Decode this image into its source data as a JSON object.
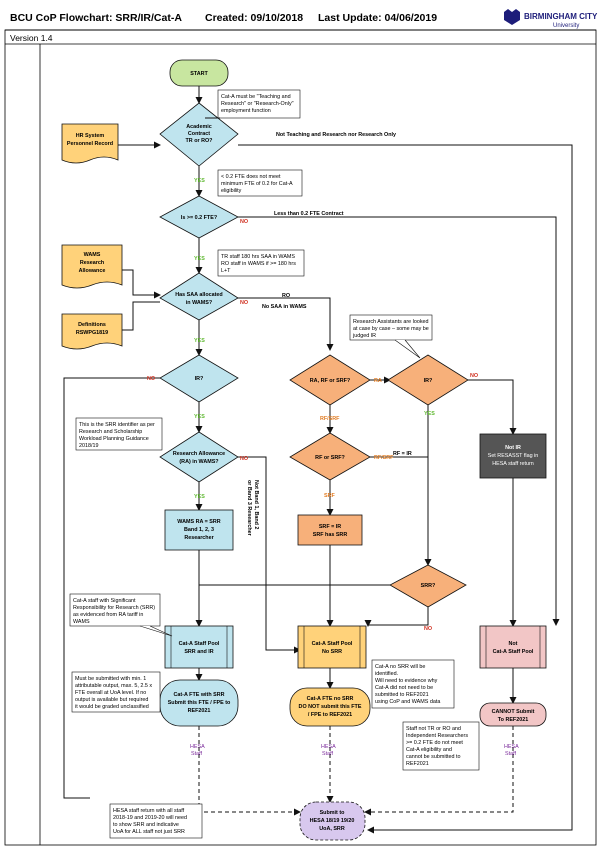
{
  "header": {
    "title": "BCU CoP Flowchart: SRR/IR/Cat-A",
    "created": "Created: 09/10/2018",
    "updated": "Last Update: 04/06/2019",
    "version": "Version 1.4",
    "logo_line1": "BIRMINGHAM CITY",
    "logo_line2": "University"
  },
  "colors": {
    "green": "#c8e6a0",
    "blue": "#bfe4ee",
    "orange": "#f7b07a",
    "yellow": "#ffd27a",
    "red": "#f2c6c6",
    "dark": "#555555",
    "purple": "#d8c8ee"
  },
  "nodes": {
    "start": "START",
    "hr_system": [
      "HR System",
      "Personnel Record"
    ],
    "q_contract": [
      "Academic",
      "Contract",
      "TR or RO?"
    ],
    "q_fte": [
      "Is >= 0.2 FTE?"
    ],
    "wams_doc": [
      "WAMS",
      "Research",
      "Allowance"
    ],
    "definitions_doc": [
      "Definitions",
      "RSWPG1819"
    ],
    "q_saa": [
      "Has SAA allocated",
      "in WAMS?"
    ],
    "q_ir_left": [
      "IR?"
    ],
    "q_ra": [
      "Research Allowance",
      "(RA) in WAMS?"
    ],
    "wams_ra": [
      "WAMS RA = SRR",
      "Band 1, 2, 3",
      "Researcher"
    ],
    "q_ra_rf": [
      "RA, RF or SRF?"
    ],
    "q_ir_mid": [
      "IR?"
    ],
    "q_rf_srf": [
      "RF or SRF?"
    ],
    "srf_ir": [
      "SRF = IR",
      "SRF has SRR"
    ],
    "not_ir": [
      "Not IR",
      "Set RESASST flag in",
      "HESA staff return"
    ],
    "q_srr": [
      "SRR?"
    ],
    "pool_srr": [
      "Cat-A Staff Pool",
      "SRR and IR"
    ],
    "pool_no_srr": [
      "Cat-A Staff Pool",
      "No SRR"
    ],
    "pool_not": [
      "Not",
      "Cat-A Staff Pool"
    ],
    "fte_srr": [
      "Cat-A FTE with SRR",
      "Submit this FTE / FPE to",
      "REF2021"
    ],
    "fte_no_srr": [
      "Cat-A FTE no SRR",
      "DO NOT submit this FTE",
      "/ FPE to REF2021"
    ],
    "cannot_submit": [
      "CANNOT Submit",
      "To  REF2021"
    ],
    "submit_hesa": [
      "Submit to",
      "HESA 18/19 19/20",
      "UoA, SRR"
    ]
  },
  "notes": {
    "cat_a": [
      "Cat-A must be \"Teaching and",
      "Research\" or \"Research-Only\"",
      "employment function"
    ],
    "fte": [
      "< 0.2 FTE does not meet",
      "minimum FTE of 0.2 for Cat-A",
      "eligibility"
    ],
    "tr_staff": [
      "TR staff  180 hrs SAA in WAMS",
      "RO staff in WAMS  if >= 180 hrs",
      "L+T"
    ],
    "ra_case": [
      "Research Assistants are looked",
      "at case by case – some may be",
      "judged IR"
    ],
    "srr_id": [
      "This is the SRR identifier as per",
      "Research and Scholarship",
      "Workload Planning Guidance",
      "2018/19"
    ],
    "sig_resp": [
      "Cat-A staff with Significant",
      "Responsibility for Research (SRR)",
      "as evidenced from RA tariff in",
      "WAMS"
    ],
    "min_output": [
      "Must be submitted with min. 1",
      "attributable output, max. 5, 2.5 x",
      "FTE overall at UoA level.  If no",
      "output is  available but required",
      "it would be graded unclassified"
    ],
    "no_srr": [
      "Cat-A no SRR will be",
      "identified.",
      "Will need to evidence why",
      "Cat-A  did  not need to be",
      "submitted to REF2021",
      "using CoP and WAMS data"
    ],
    "not_tr": [
      "Staff  not TR or RO and",
      "Independent Researchers",
      ">= 0.2 FTE do not meet",
      "Cat-A eligibility and",
      "cannot be submitted to",
      "REF2021"
    ],
    "hesa_return": [
      "HESA staff return with all staff",
      "2018-19 and 2019-20 will need",
      "to show SRR and indicative",
      "UoA for ALL staff not just SRR"
    ]
  },
  "edges": {
    "not_tr_ro": "Not Teaching and Research nor Research Only",
    "yes": "YES",
    "no": "NO",
    "less_fte": "Less than 0.2 FTE  Contract",
    "ro_no_saa": [
      "RO",
      "No SAA in WAMS"
    ],
    "ra": "RA",
    "rf_srf": "RF/SRF",
    "rf_ir": "RF = IR",
    "srf": "SRF",
    "not_band": [
      "Not Band 1, Band 2",
      "or Band 3 Researcher"
    ],
    "hesa_staff": [
      "HESA",
      "Staff"
    ]
  }
}
